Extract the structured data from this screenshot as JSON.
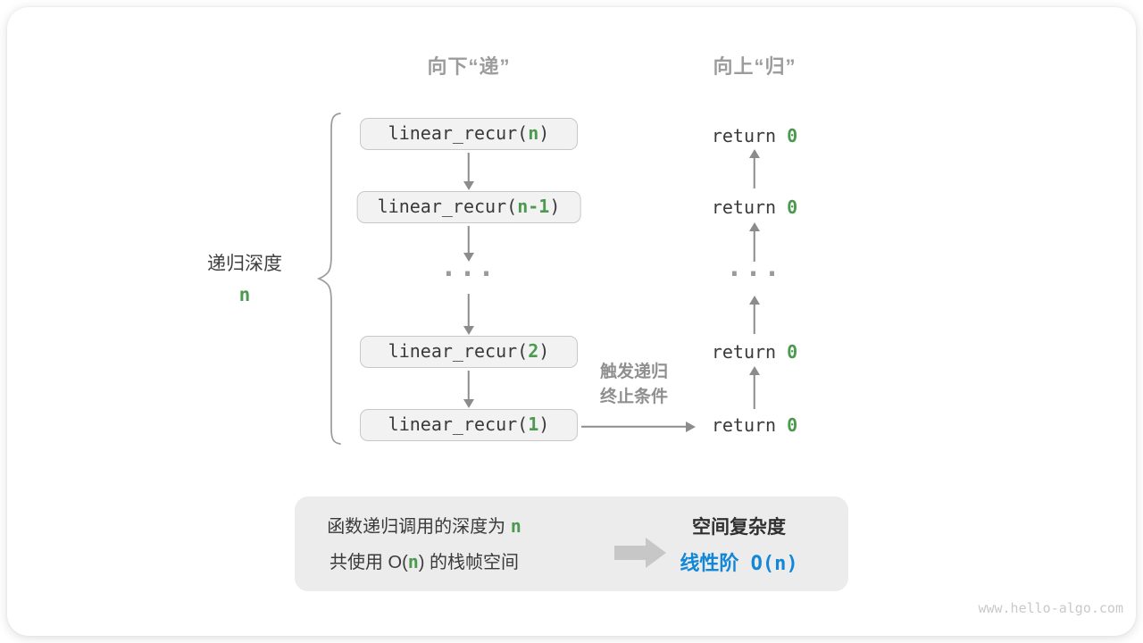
{
  "headers": {
    "down": "向下“递”",
    "up": "向上“归”"
  },
  "depth_label": {
    "text": "递归深度",
    "value": "n"
  },
  "call_stack": {
    "ellipsis": "···",
    "items": [
      {
        "pre": "linear_recur(",
        "arg": "n",
        "post": ")"
      },
      {
        "pre": "linear_recur(",
        "arg": "n-1",
        "post": ")"
      },
      {
        "pre": "linear_recur(",
        "arg": "2",
        "post": ")"
      },
      {
        "pre": "linear_recur(",
        "arg": "1",
        "post": ")"
      }
    ]
  },
  "returns": {
    "ellipsis": "···",
    "pre": "return ",
    "value": "0"
  },
  "trigger_label": {
    "line1": "触发递归",
    "line2": "终止条件"
  },
  "summary": {
    "line1_pre": "函数递归调用的深度为 ",
    "line1_arg": "n",
    "line2_pre": "共使用 O(",
    "line2_arg": "n",
    "line2_post": ") 的栈帧空间",
    "result_title": "空间复杂度",
    "result_value": "线性阶 O(n)"
  },
  "watermark": "www.hello-algo.com",
  "colors": {
    "accent_green": "#4C9A4F",
    "accent_blue": "#1287D8",
    "arrow_gray": "#8C8C8C",
    "label_gray": "#9A9A9A",
    "text_dark": "#3A3A3A",
    "box_bg": "#F2F2F2",
    "box_border": "#C8C8C8",
    "summary_bg": "#ECECEC"
  }
}
